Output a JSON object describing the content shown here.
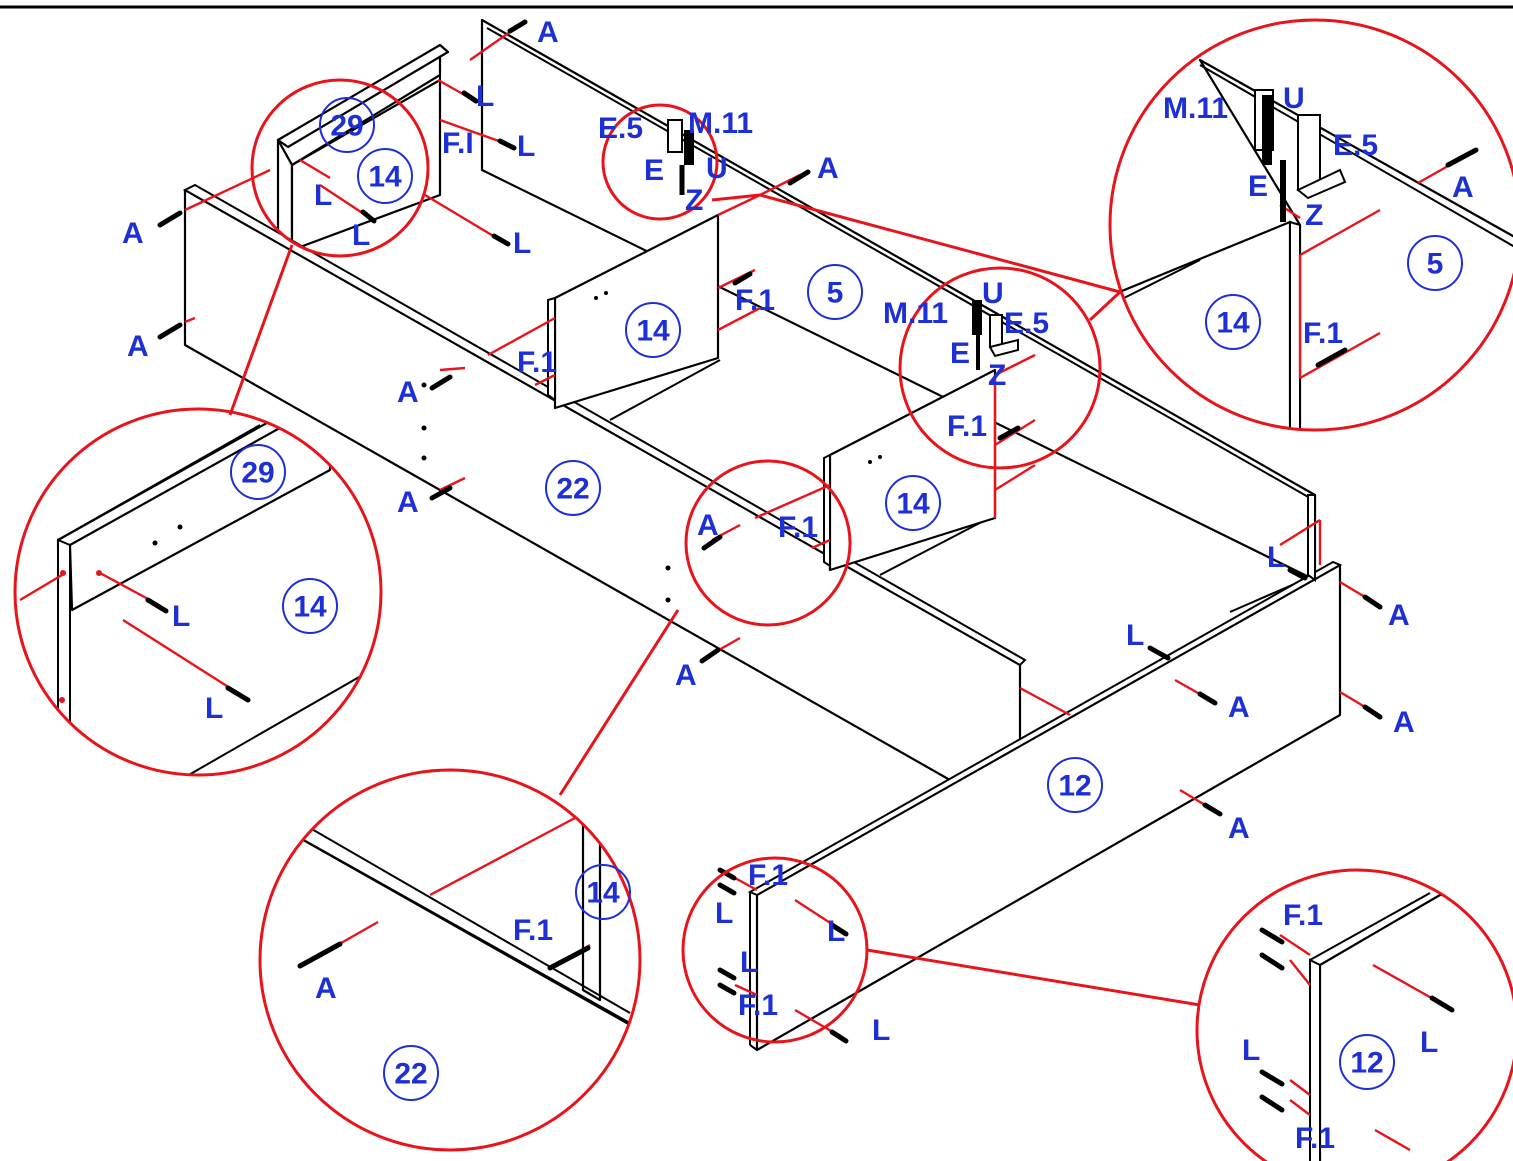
{
  "labels": {
    "A": "A",
    "L": "L",
    "F1": "F.1",
    "FI": "F.I",
    "E": "E",
    "E5": "E.5",
    "M11": "M.11",
    "U": "U",
    "Z": "Z"
  },
  "parts": {
    "p5": "5",
    "p12": "12",
    "p14": "14",
    "p22": "22",
    "p29": "29"
  },
  "colors": {
    "callout": "#e8141c",
    "label": "#1d2fd6",
    "outline": "#000000"
  }
}
